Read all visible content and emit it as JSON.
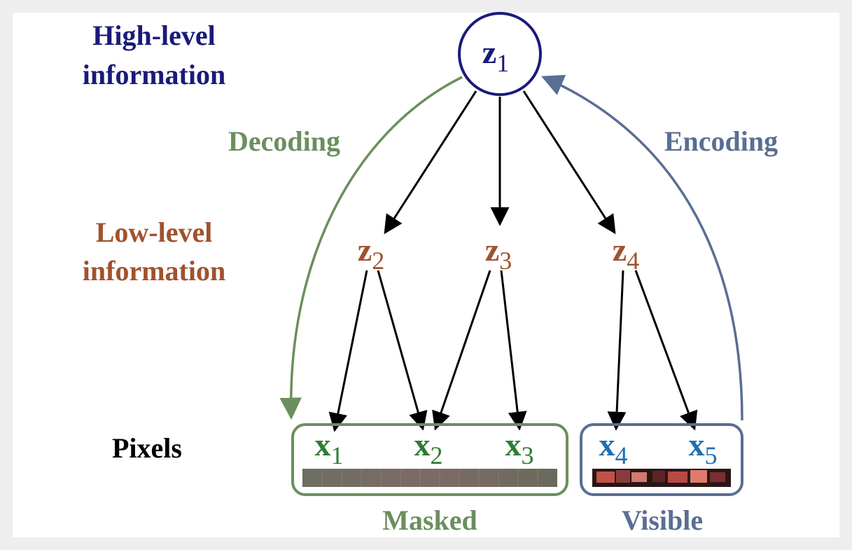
{
  "labels": {
    "high_level_line1": "High-level",
    "high_level_line2": "information",
    "low_level_line1": "Low-level",
    "low_level_line2": "information",
    "pixels": "Pixels",
    "decoding": "Decoding",
    "encoding": "Encoding",
    "masked": "Masked",
    "visible": "Visible"
  },
  "nodes": {
    "z1": {
      "base": "z",
      "sub": "1"
    },
    "z2": {
      "base": "z",
      "sub": "2"
    },
    "z3": {
      "base": "z",
      "sub": "3"
    },
    "z4": {
      "base": "z",
      "sub": "4"
    },
    "x1": {
      "base": "x",
      "sub": "1"
    },
    "x2": {
      "base": "x",
      "sub": "2"
    },
    "x3": {
      "base": "x",
      "sub": "3"
    },
    "x4": {
      "base": "x",
      "sub": "4"
    },
    "x5": {
      "base": "x",
      "sub": "5"
    }
  },
  "colors": {
    "high_level": "#1a1a7a",
    "low_level": "#a0522d",
    "decoding": "#6b8f5e",
    "encoding": "#5a6e93",
    "masked": "#2e7d32",
    "visible": "#1f6fb2",
    "pixels": "#000000"
  }
}
